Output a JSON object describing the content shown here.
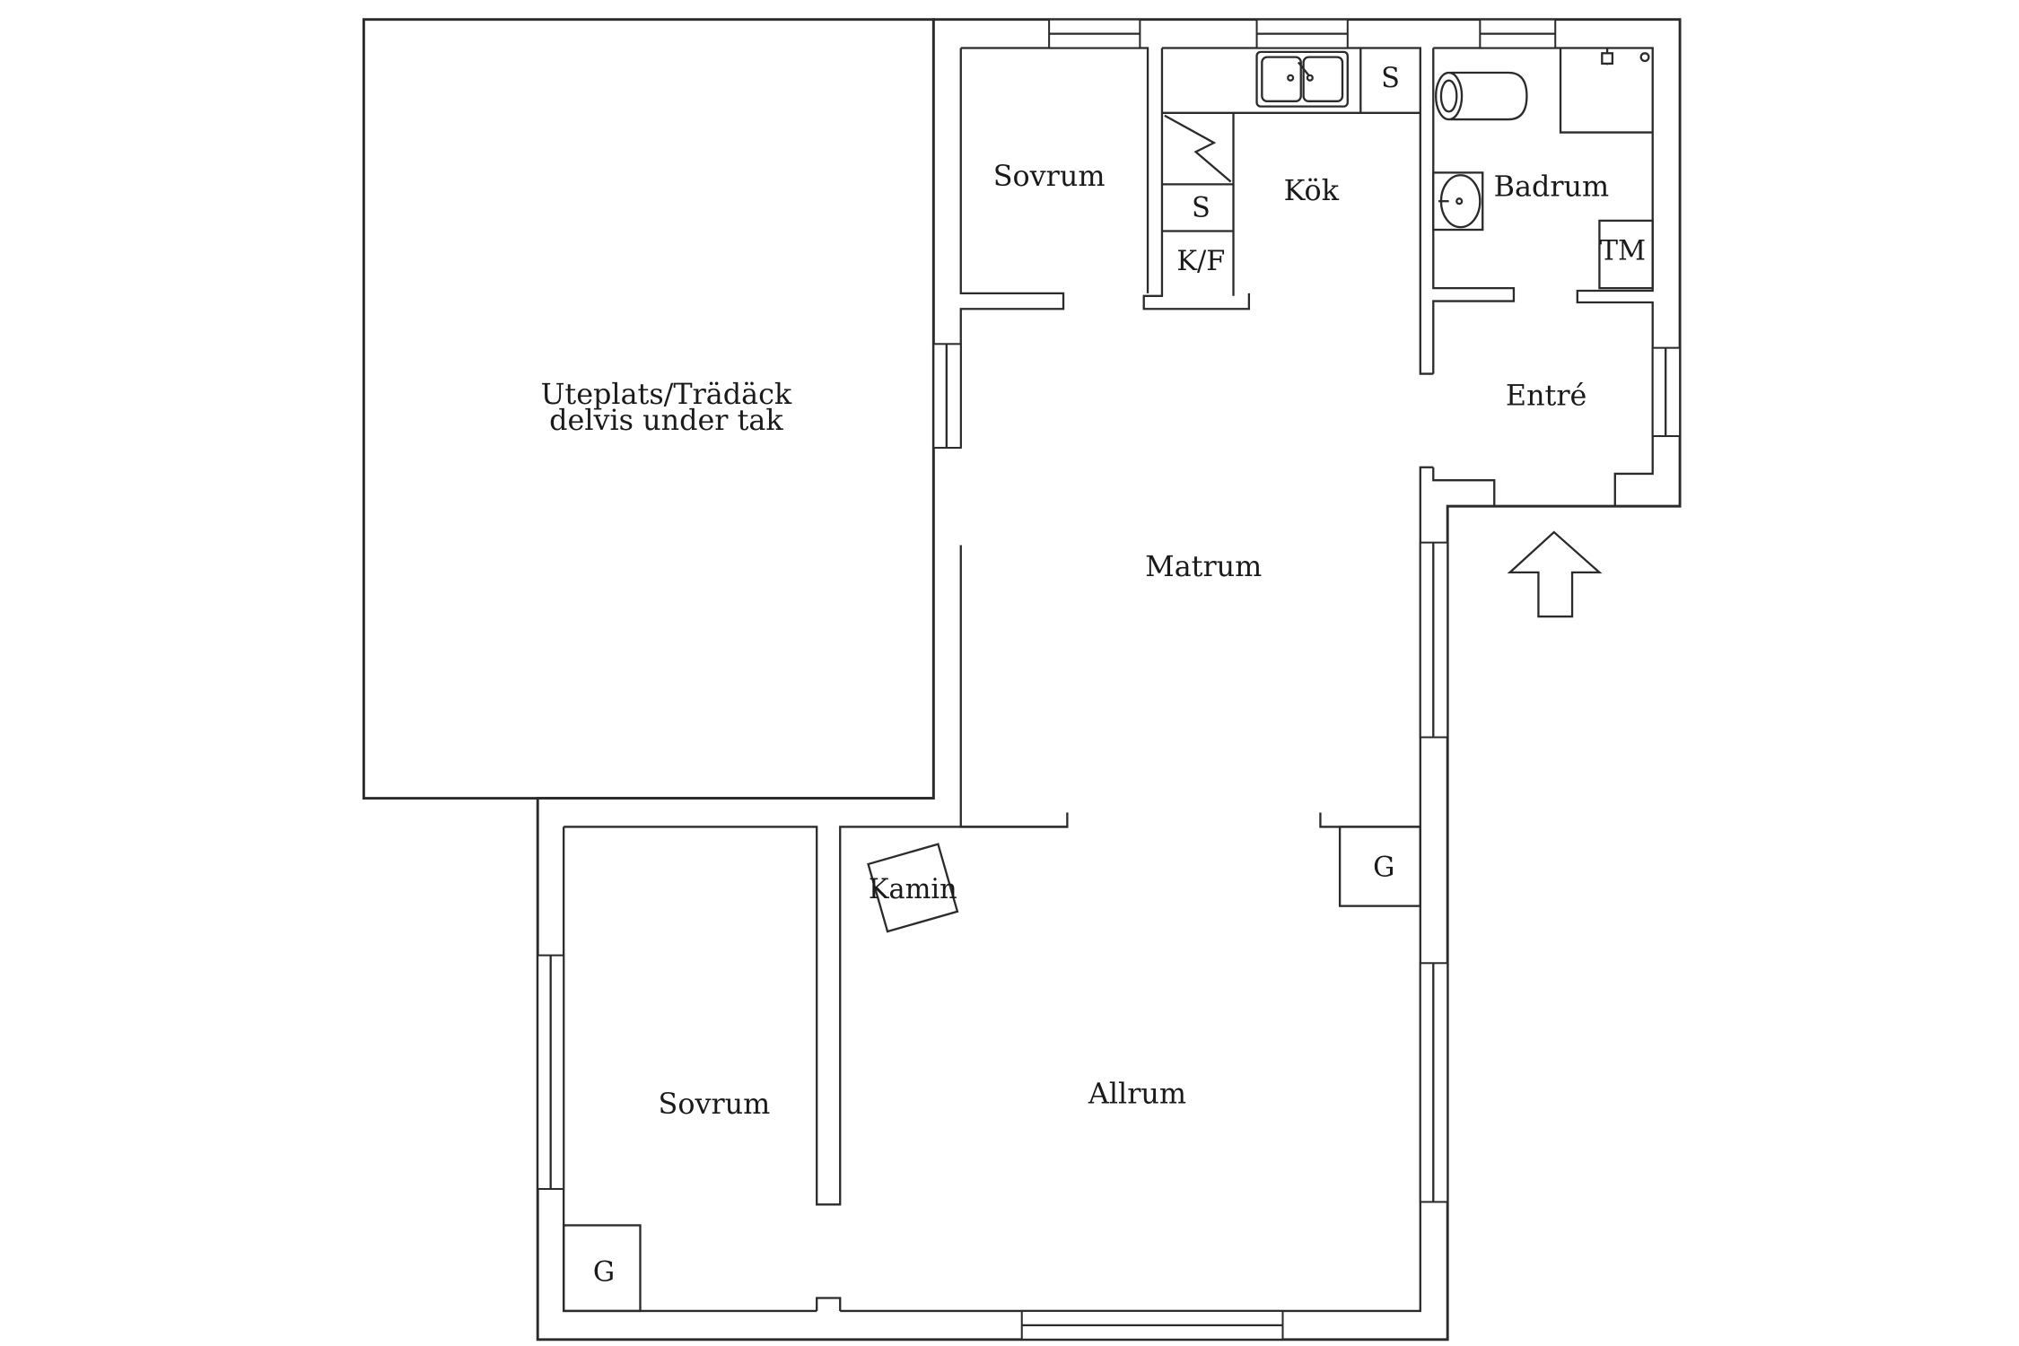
{
  "rooms": {
    "patio_line1": "Uteplats/Trädäck",
    "patio_line2": "delvis under tak",
    "bedroom_top": "Sovrum",
    "kitchen": "Kök",
    "bathroom": "Badrum",
    "entry": "Entré",
    "dining": "Matrum",
    "living": "Allrum",
    "bedroom_bottom": "Sovrum"
  },
  "fixtures": {
    "kitchen_store_top": "S",
    "kitchen_store_mid": "S",
    "fridge_freezer": "K/F",
    "washer": "TM",
    "wardrobe_living": "G",
    "wardrobe_bedroom": "G",
    "fireplace": "Kamin"
  },
  "icons": {
    "entrance": "entrance-arrow-icon",
    "sink": "double-sink-icon",
    "stove": "stove-icon",
    "toilet": "toilet-icon",
    "washbasin": "washbasin-icon",
    "shower": "shower-icon"
  },
  "colors": {
    "line": "#2b2b2b",
    "background": "#ffffff"
  }
}
